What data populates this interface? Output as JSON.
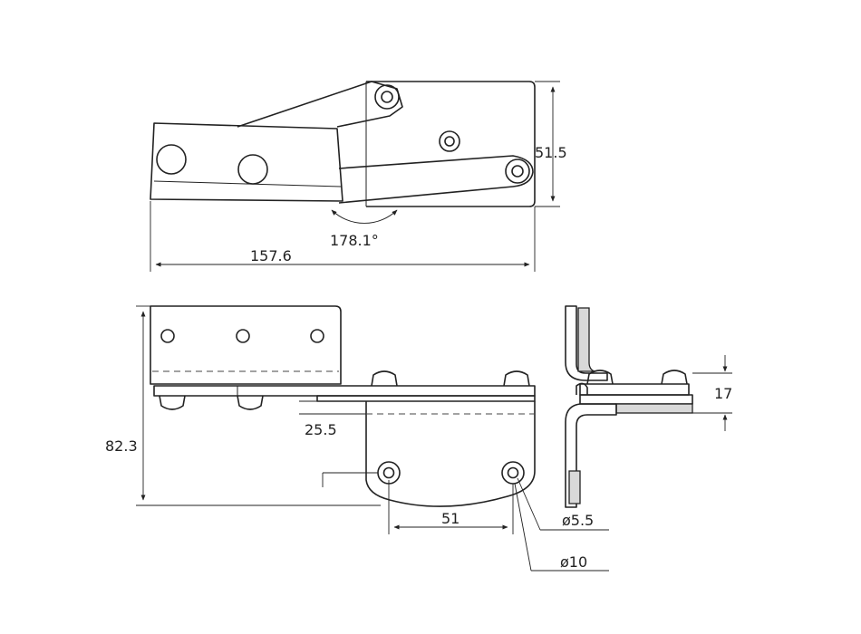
{
  "dimensions": {
    "total_length": "157.6",
    "height_top": "51.5",
    "angle": "178.1°",
    "overall_height": "82.3",
    "offset": "25.5",
    "hole_spacing": "51",
    "small_hole": "ø5.5",
    "large_hole": "ø10",
    "thickness": "17"
  }
}
